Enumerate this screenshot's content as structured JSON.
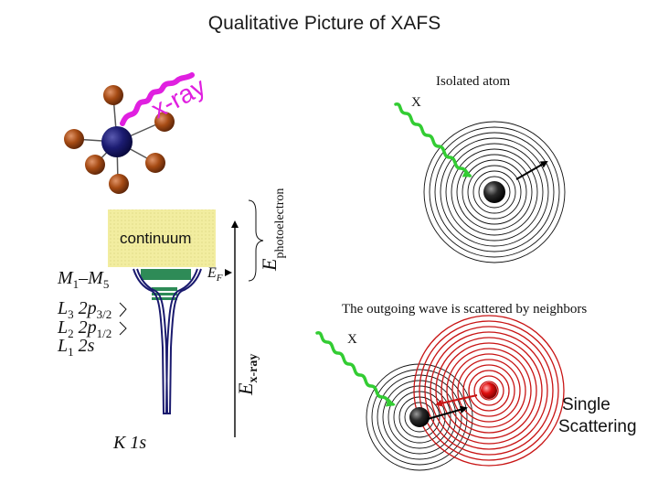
{
  "title": "Qualitative Picture of XAFS",
  "xray_label": "x-ray",
  "isolated": {
    "heading": "Isolated atom",
    "x_label": "X"
  },
  "scattering": {
    "caption": "The outgoing wave is scattered by neighbors",
    "x_label": "X",
    "label_line1": "Single",
    "label_line2": "Scattering"
  },
  "levels": {
    "continuum": "continuum",
    "m_label": {
      "a": "M",
      "a_sub": "1",
      "dash": "–M",
      "b_sub": "5"
    },
    "l3": {
      "main": "L",
      "main_sub": "3",
      "orb": " 2p",
      "orb_sub": "3/2"
    },
    "l2": {
      "main": "L",
      "main_sub": "2",
      "orb": " 2p",
      "orb_sub": "1/2"
    },
    "l1": {
      "main": "L",
      "main_sub": "1",
      "orb": " 2s"
    },
    "k": {
      "main": "K",
      "orb": " 1s"
    },
    "fermi": {
      "main": "E",
      "sub": "F"
    }
  },
  "axes": {
    "photoelectron": {
      "main": "E",
      "sub": "photoelectron"
    },
    "xray": {
      "main": "E",
      "sub": "x-ray"
    }
  },
  "colors": {
    "title": "#1a1a1a",
    "xray_magenta": "#e020e0",
    "wave_green": "#33cc33",
    "navy": "#1a1a6e",
    "continuum_yellow": "#f2eda0",
    "level_green": "#2e8b57",
    "ring_red": "#c81414",
    "neighbor_brown": "#a64b14"
  }
}
